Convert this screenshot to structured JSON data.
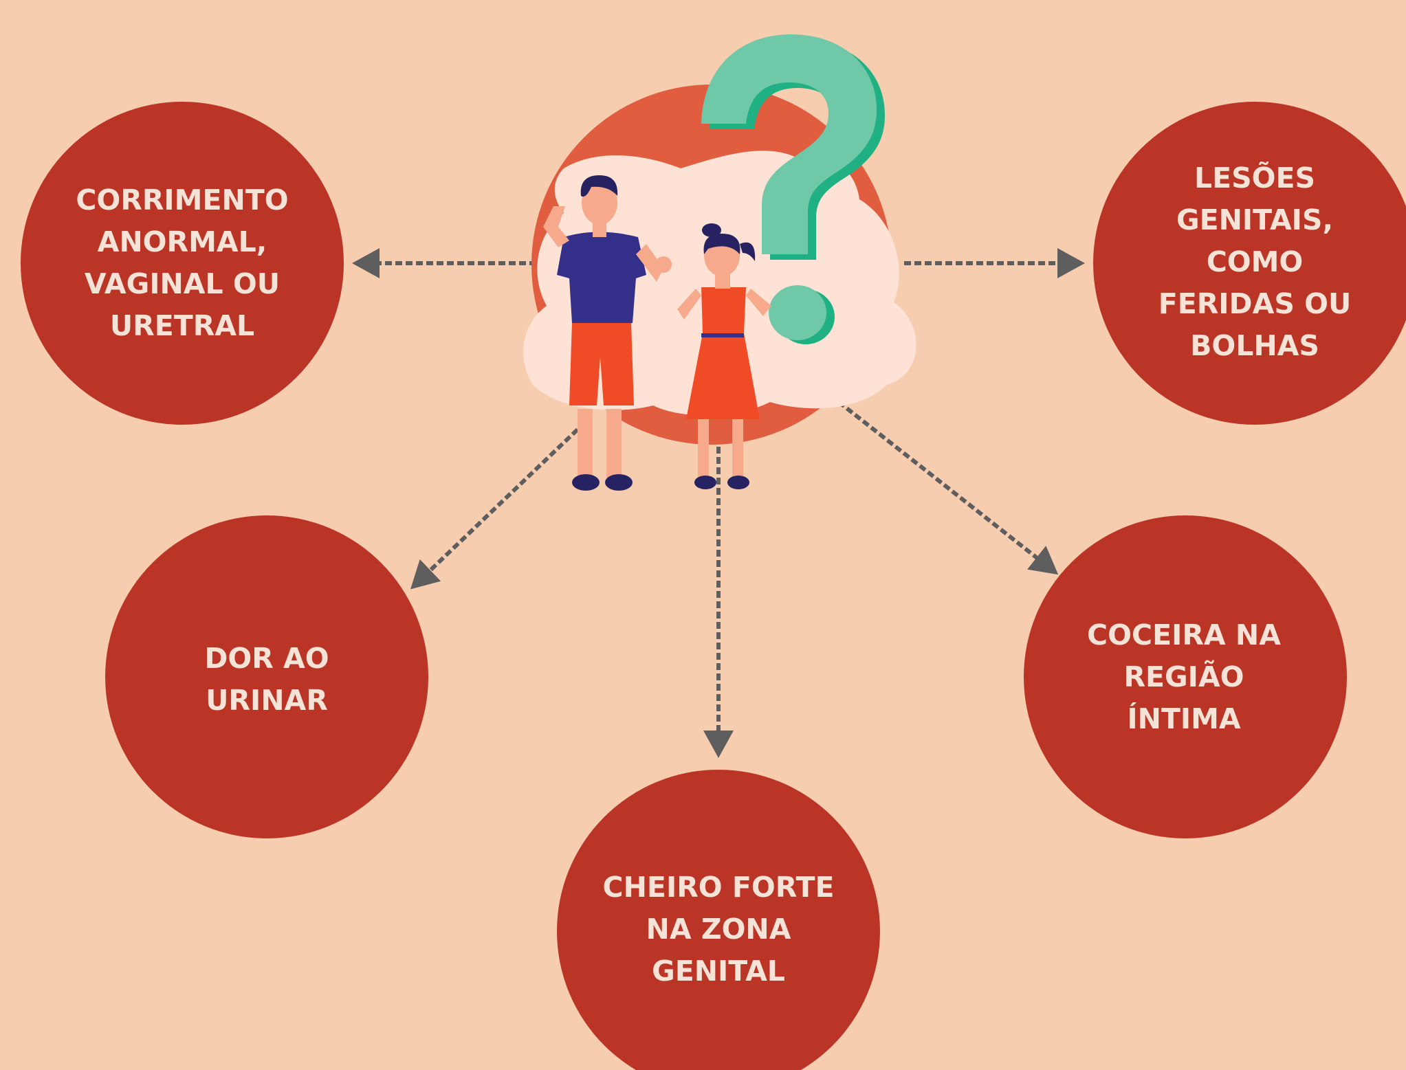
{
  "colors": {
    "background": "#f7cdb0",
    "node_fill": "#bb3527",
    "node_text": "#f4e3d6",
    "connector": "#5e5e5e",
    "hero_circle": "#e05d40",
    "cloud": "#fde2d5",
    "question_mark": "#6fc9a9",
    "question_mark_shadow": "#1fb083",
    "shirt": "#343089",
    "shorts": "#ef4b26",
    "dress": "#ef4b26",
    "skin": "#f6a98b",
    "hair": "#272363"
  },
  "nodes": [
    {
      "id": "corrimento",
      "lines": [
        "CORRIMENTO",
        "ANORMAL,",
        "VAGINAL OU",
        "URETRAL"
      ]
    },
    {
      "id": "lesoes",
      "lines": [
        "LESÕES",
        "GENITAIS,",
        "COMO",
        "FERIDAS OU",
        "BOLHAS"
      ]
    },
    {
      "id": "dor",
      "lines": [
        "DOR AO",
        "URINAR"
      ]
    },
    {
      "id": "cheiro",
      "lines": [
        "CHEIRO FORTE",
        "NA ZONA",
        "GENITAL"
      ]
    },
    {
      "id": "coceira",
      "lines": [
        "COCEIRA NA",
        "REGIÃO",
        "ÍNTIMA"
      ]
    }
  ],
  "illustration": {
    "figures": [
      "boy-figure",
      "girl-figure"
    ],
    "icon": "question-mark-icon"
  }
}
